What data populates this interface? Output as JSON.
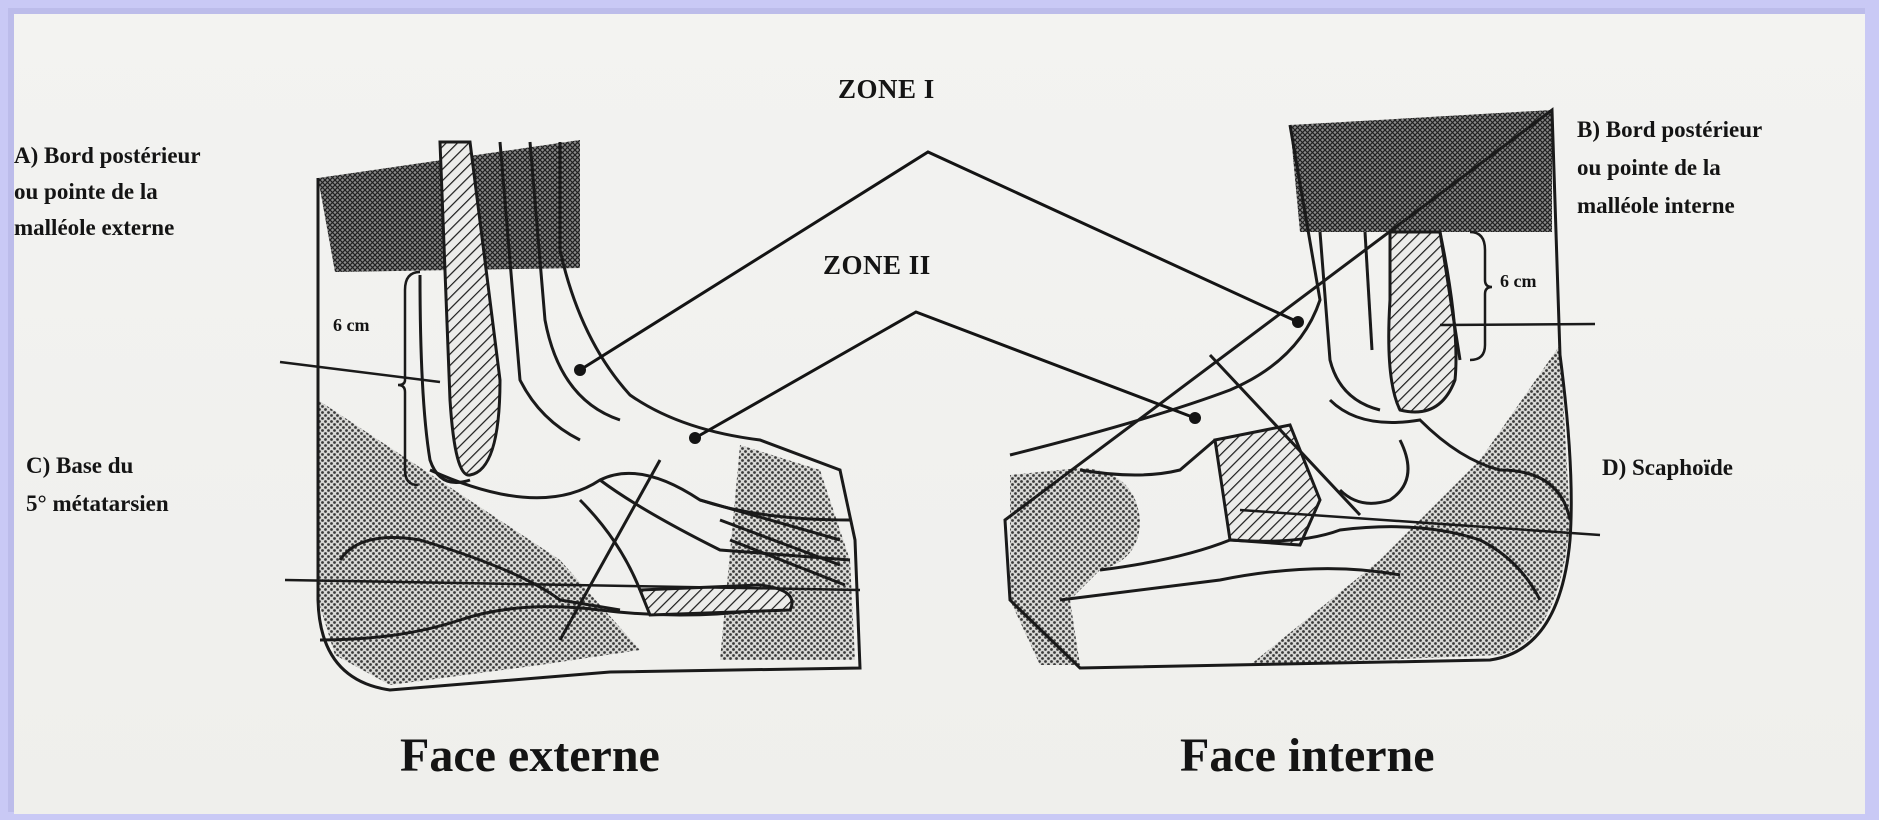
{
  "labels": {
    "zone1": "ZONE I",
    "zone2": "ZONE II",
    "a_line1": "A) Bord postérieur",
    "a_line2": "ou pointe de la",
    "a_line3": "malléole externe",
    "b_line1": "B) Bord postérieur",
    "b_line2": "ou pointe de la",
    "b_line3": "malléole interne",
    "c_line1": "C) Base du",
    "c_line2": "5° métatarsien",
    "d_label": "D) Scaphoïde",
    "cm_left": "6 cm",
    "cm_right": "6 cm",
    "face_externe": "Face externe",
    "face_interne": "Face interne"
  },
  "colors": {
    "background": "#c9c9f5",
    "paper": "#f1f1ee",
    "ink": "#141414"
  }
}
